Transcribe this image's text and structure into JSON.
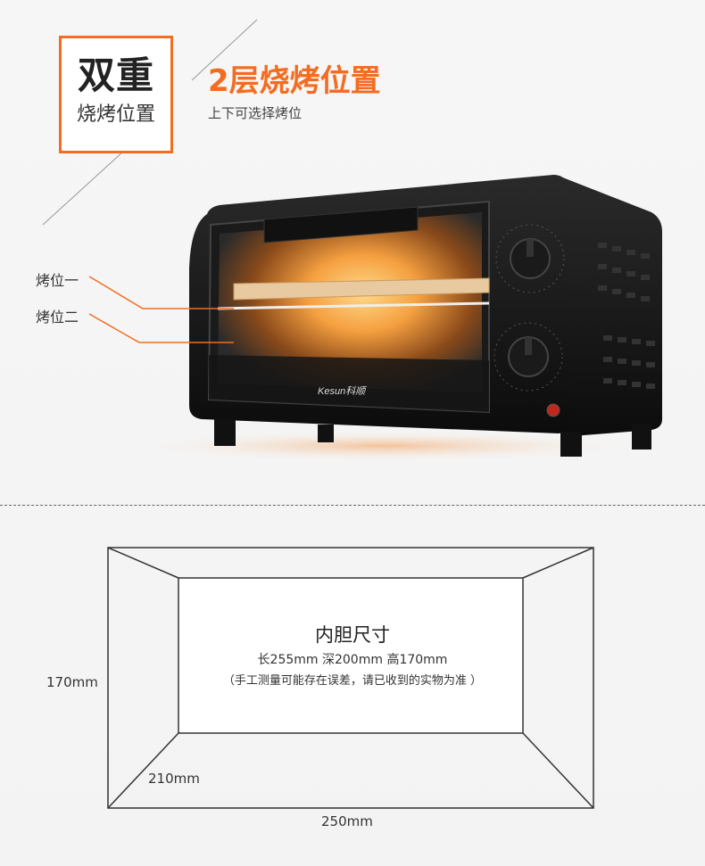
{
  "badge": {
    "main": "双重",
    "sub": "烧烤位置"
  },
  "headline": {
    "title": "2层烧烤位置",
    "subtitle": "上下可选择烤位"
  },
  "positions": {
    "first": "烤位一",
    "second": "烤位二"
  },
  "product": {
    "brand": "Kesun科顺"
  },
  "diagram": {
    "title": "内胆尺寸",
    "dimensions": "长255mm 深200mm 高170mm",
    "note": "（手工测量可能存在误差，请已收到的实物为准 ）",
    "height_label": "170mm",
    "depth_label": "210mm",
    "width_label": "250mm"
  },
  "colors": {
    "accent": "#f26d21",
    "oven_body": "#111111"
  }
}
